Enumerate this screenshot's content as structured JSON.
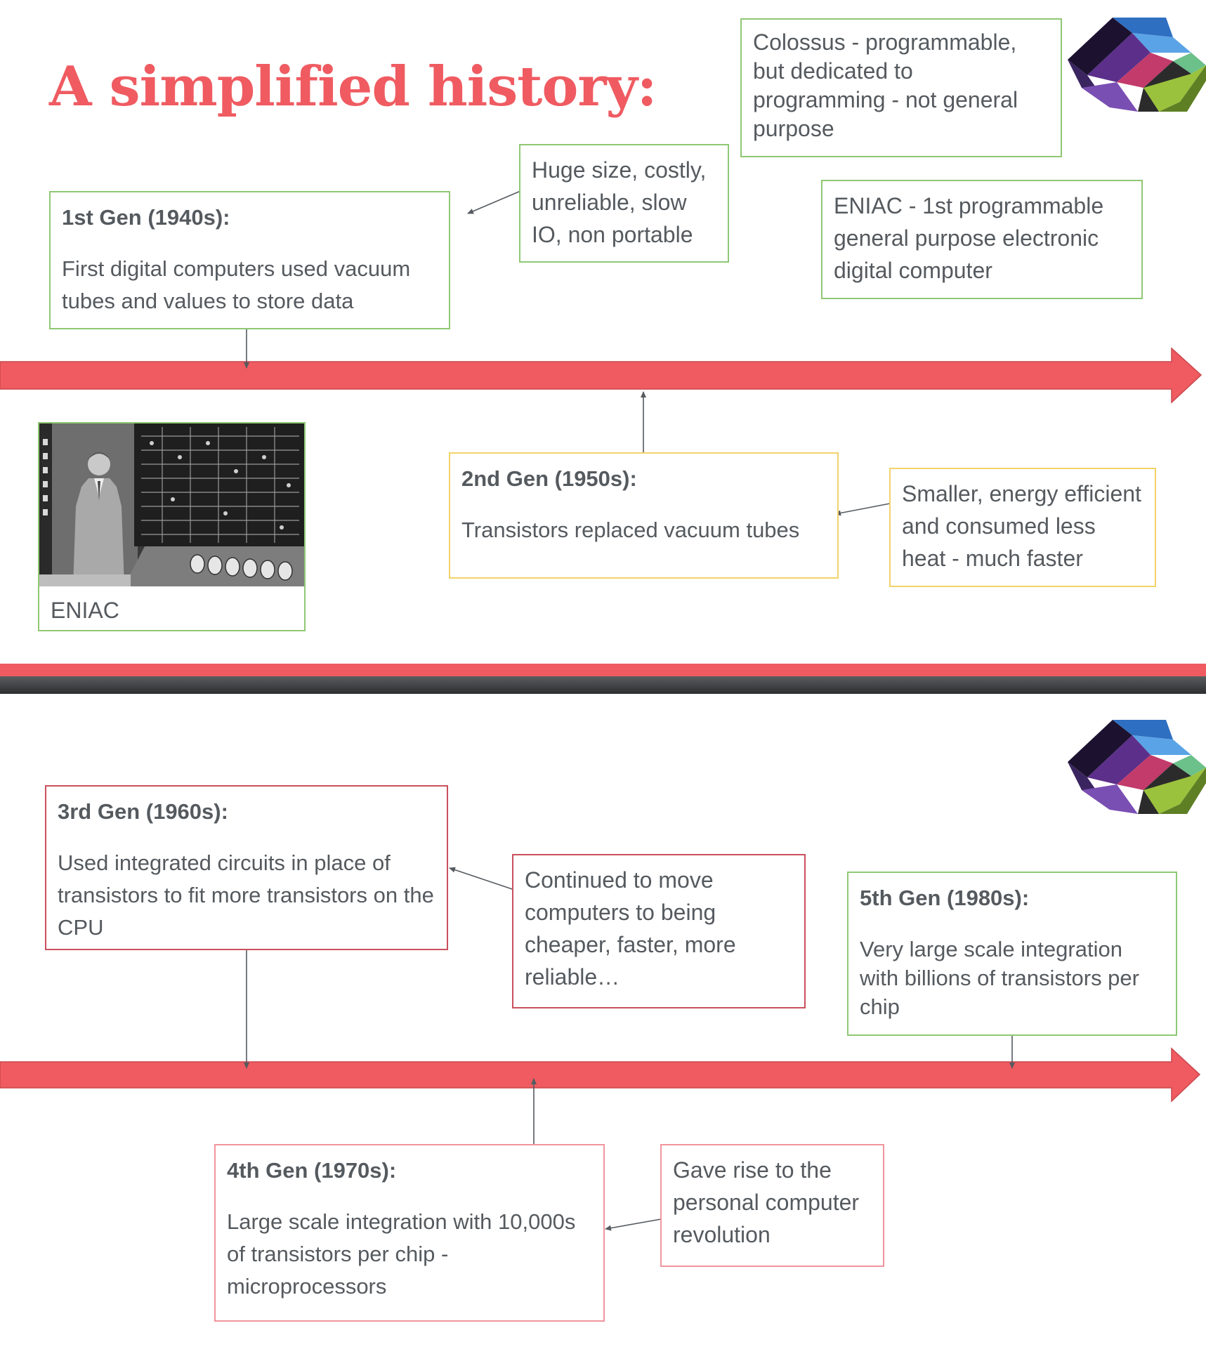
{
  "slide1": {
    "title": "A simplified history:",
    "gen1": {
      "heading": "1st Gen (1940s):",
      "body": "First digital computers used vacuum tubes and values to store data"
    },
    "note_gen1": "Huge size, costly, unreliable, slow IO, non portable",
    "colossus": "Colossus - programmable, but dedicated to programming - not general purpose",
    "eniac_note": "ENIAC - 1st programmable general purpose electronic digital computer",
    "photo_caption": "ENIAC",
    "gen2": {
      "heading": "2nd Gen (1950s):",
      "body": "Transistors replaced vacuum tubes"
    },
    "note_gen2": "Smaller, energy efficient and consumed less heat - much faster"
  },
  "slide2": {
    "gen3": {
      "heading": "3rd Gen (1960s):",
      "body": "Used integrated circuits in place of transistors to fit more transistors on the CPU"
    },
    "note_gen3": "Continued to move computers to being cheaper, faster, more reliable…",
    "gen5": {
      "heading": "5th Gen (1980s):",
      "body": "Very large scale integration with billions of transistors per chip"
    },
    "gen4": {
      "heading": "4th Gen (1970s):",
      "body": "Large scale integration with 10,000s of transistors per chip - microprocessors"
    },
    "note_gen4": "Gave rise to the personal computer revolution"
  },
  "colors": {
    "accent_red": "#ef5b61",
    "box_green": "#8fc874",
    "box_yellow": "#f2d36a",
    "box_crimson": "#c9505c",
    "box_pink": "#f0959d",
    "text": "#555a5f"
  },
  "icons": [
    "logo-cube-icon",
    "timeline-arrow-icon",
    "connector-arrow-icon"
  ]
}
